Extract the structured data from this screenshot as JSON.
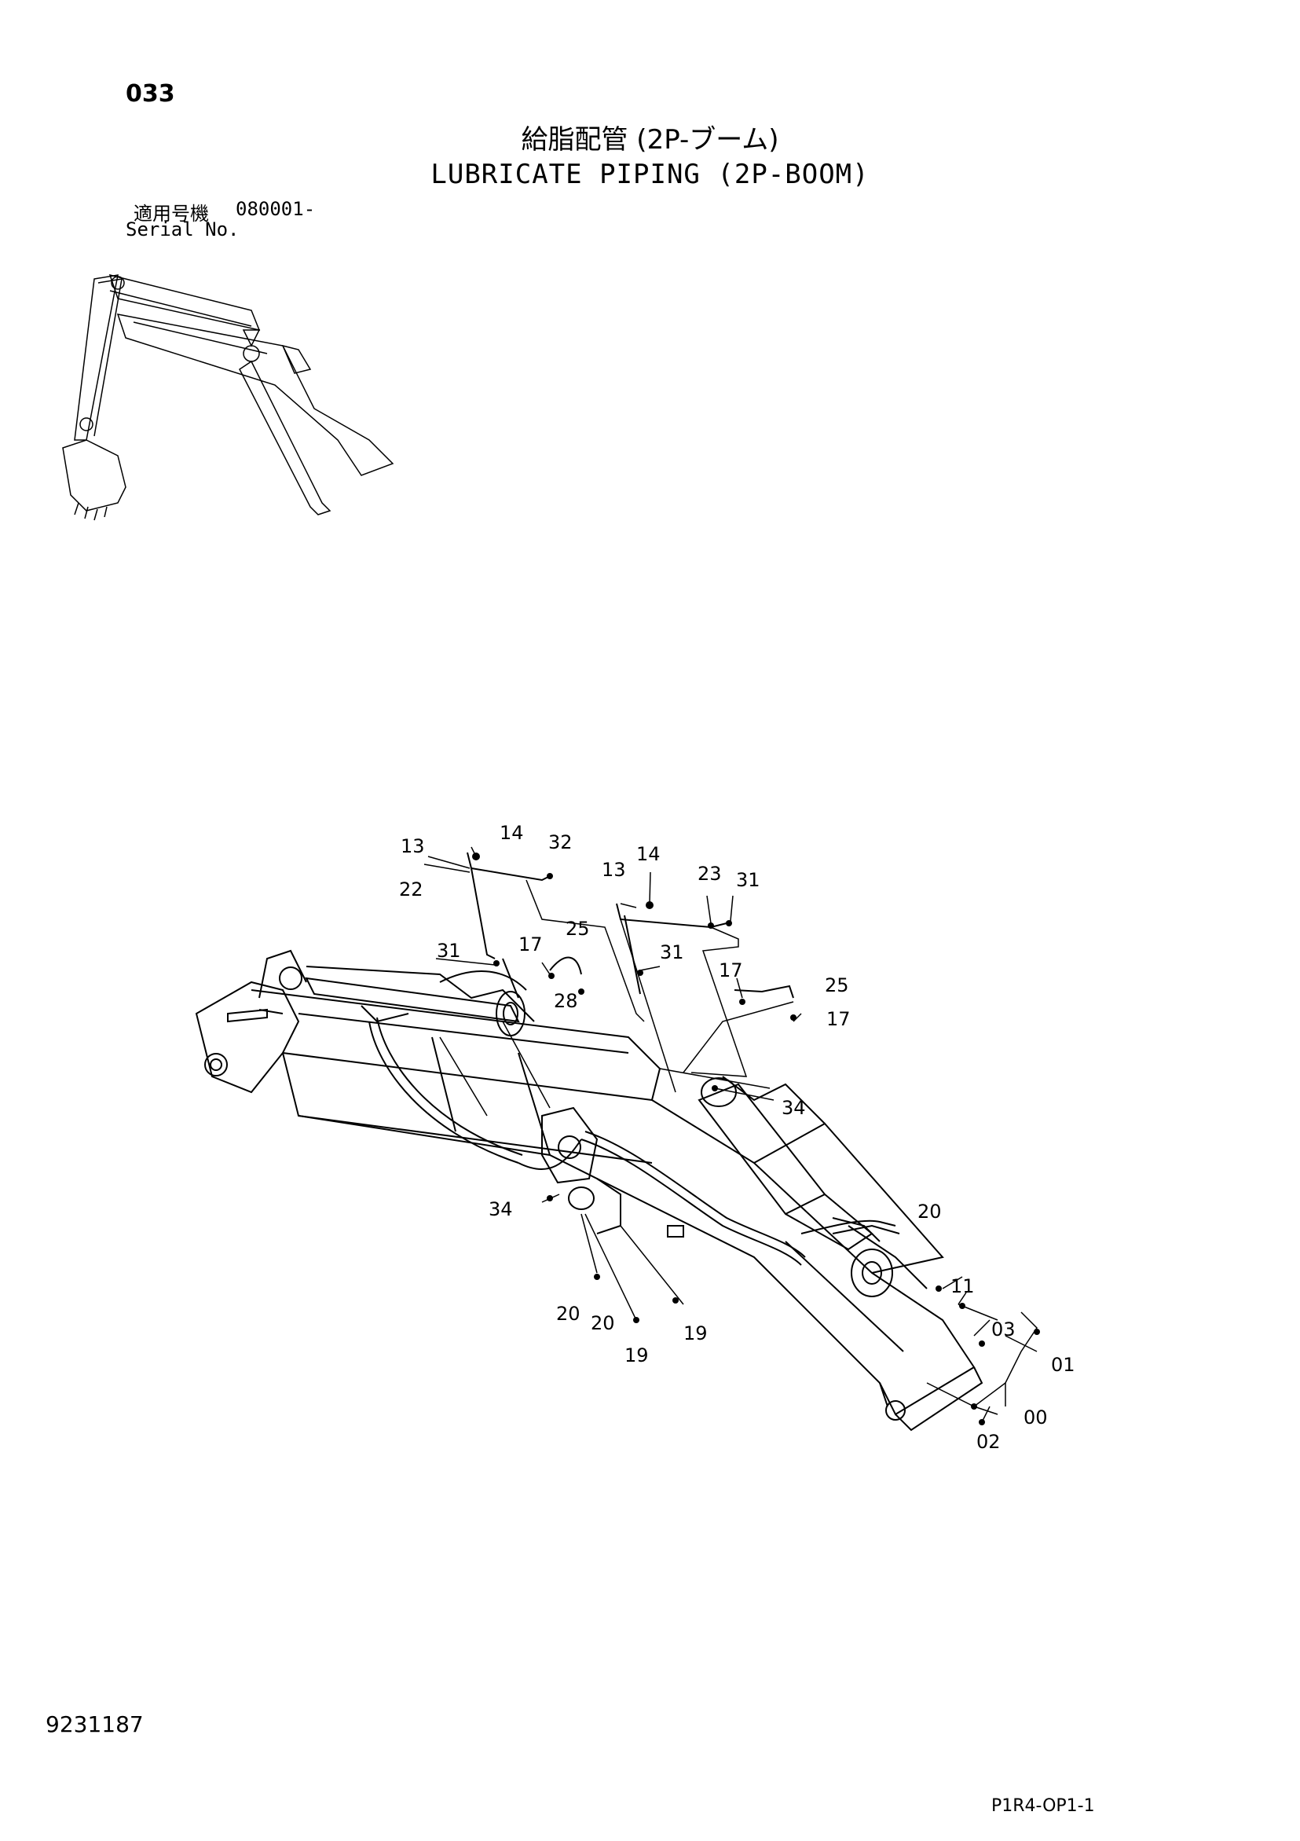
{
  "header": {
    "page_number": "033",
    "title_jp": "給脂配管 (2P-ブーム)",
    "title_en": "LUBRICATE PIPING (2P-BOOM)",
    "serial_label_jp": "適用号機",
    "serial_number": "080001-",
    "serial_label_en": "Serial No."
  },
  "footer": {
    "drawing_number": "9231187",
    "sheet_code": "P1R4-OP1-1"
  },
  "part_labels": [
    "13",
    "14",
    "32",
    "22",
    "13",
    "14",
    "23",
    "31",
    "31",
    "17",
    "25",
    "31",
    "28",
    "17",
    "25",
    "17",
    "34",
    "34",
    "20",
    "11",
    "03",
    "01",
    "20",
    "20",
    "19",
    "19",
    "00",
    "02"
  ]
}
